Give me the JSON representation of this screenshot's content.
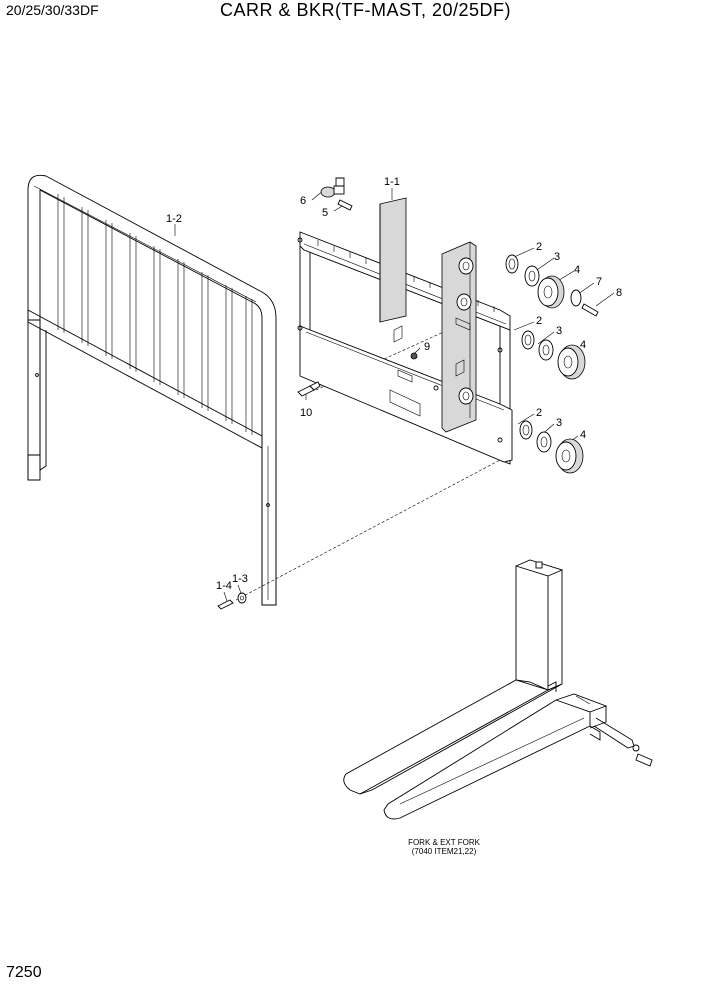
{
  "header": {
    "model": "20/25/30/33DF",
    "title": "CARR & BKR(TF-MAST, 20/25DF)"
  },
  "footer": {
    "page_number": "7250"
  },
  "callouts": {
    "c1_1": "1-1",
    "c1_2": "1-2",
    "c1_3": "1-3",
    "c1_4": "1-4",
    "c2a": "2",
    "c2b": "2",
    "c2c": "2",
    "c3a": "3",
    "c3b": "3",
    "c3c": "3",
    "c4a": "4",
    "c4b": "4",
    "c4c": "4",
    "c5": "5",
    "c6": "6",
    "c7": "7",
    "c8": "8",
    "c9": "9",
    "c10": "10"
  },
  "fork_note": {
    "line1": "FORK & EXT FORK",
    "line2": "(7040 ITEM21,22)"
  }
}
